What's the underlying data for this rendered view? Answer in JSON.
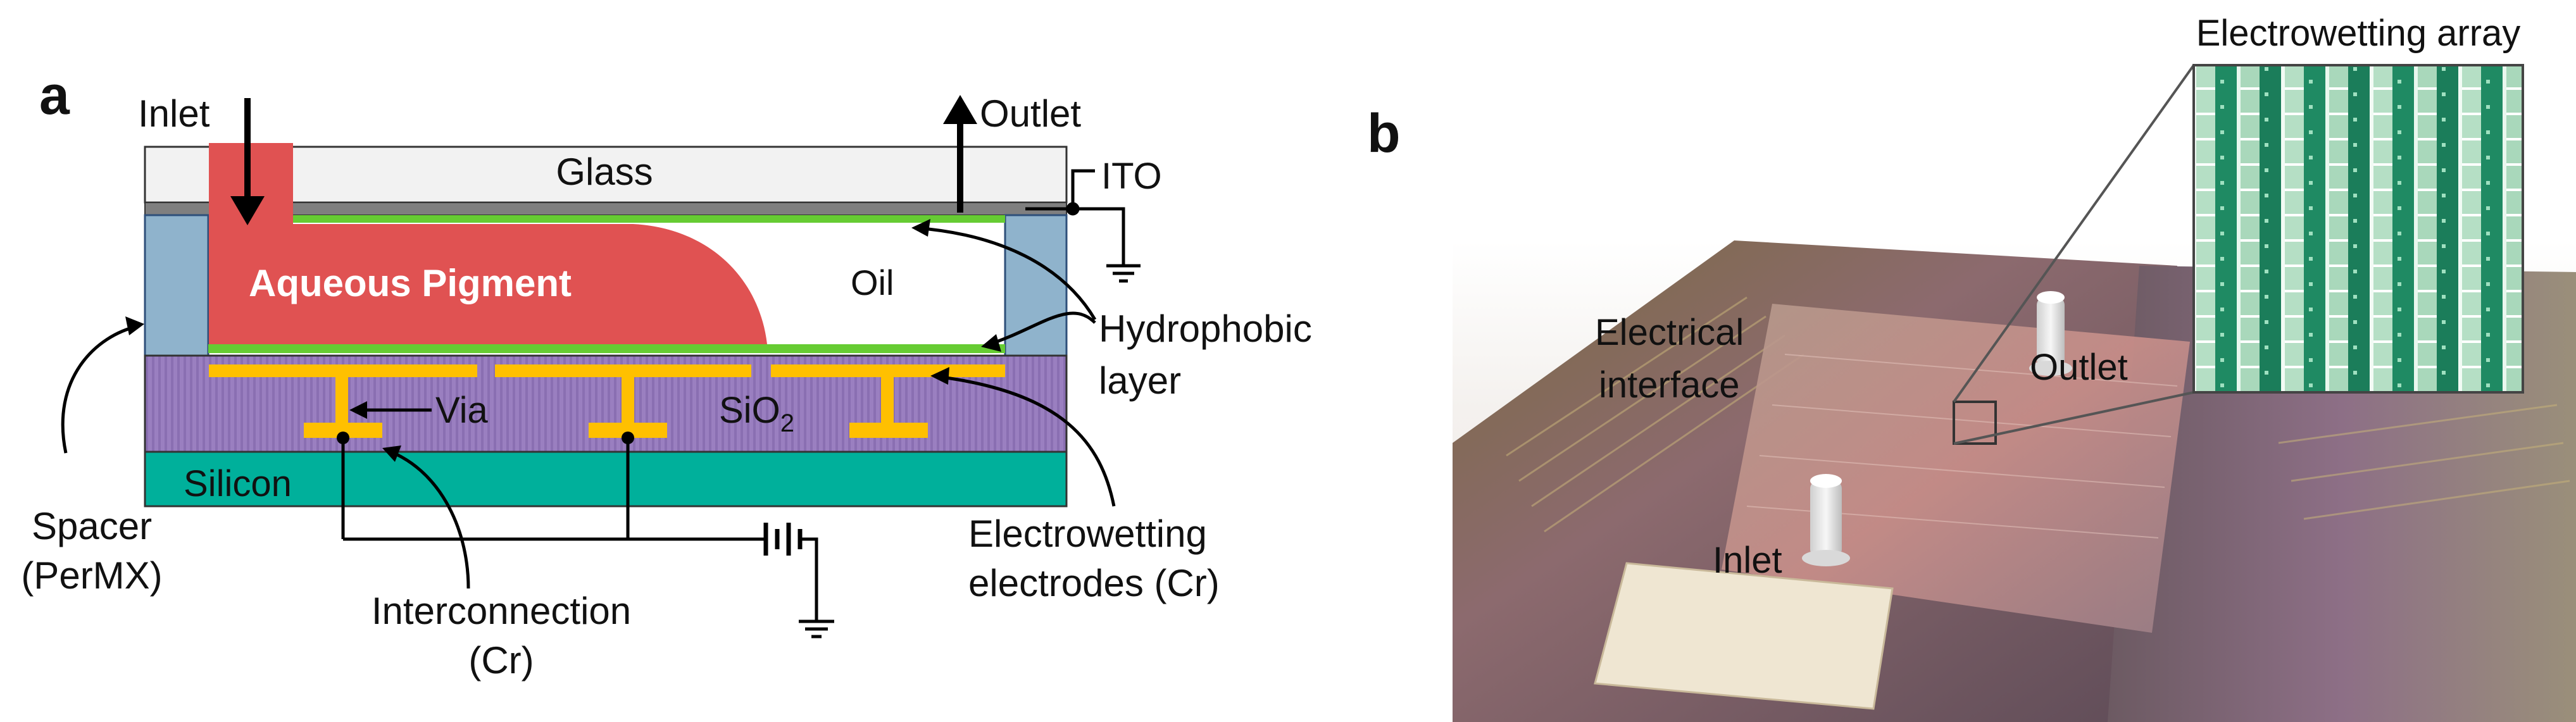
{
  "panel_a": {
    "letter": "a",
    "labels": {
      "inlet": "Inlet",
      "outlet": "Outlet",
      "glass": "Glass",
      "ito": "ITO",
      "aqueous_pigment": "Aqueous Pigment",
      "oil": "Oil",
      "hydrophobic_line1": "Hydrophobic",
      "hydrophobic_line2": "layer",
      "via": "Via",
      "sio2_main": "SiO",
      "sio2_sub": "2",
      "silicon": "Silicon",
      "spacer_line1": "Spacer",
      "spacer_line2": "(PerMX)",
      "interconnection_line1": "Interconnection",
      "interconnection_line2": "(Cr)",
      "electrodes_line1": "Electrowetting",
      "electrodes_line2": "electrodes (Cr)"
    },
    "colors": {
      "glass": "#f2f2f2",
      "ito": "#7f7f7f",
      "pigment": "#e05252",
      "hydrophobic": "#66cc33",
      "spacer": "#8fb3cc",
      "sio2": "#9a7fc0",
      "electrode": "#ffc000",
      "silicon": "#00b09b"
    }
  },
  "panel_b": {
    "letter": "b",
    "labels": {
      "electrical_interface_line1": "Electrical",
      "electrical_interface_line2": "interface",
      "outlet": "Outlet",
      "inlet": "Inlet",
      "array": "Electrowetting array"
    }
  }
}
